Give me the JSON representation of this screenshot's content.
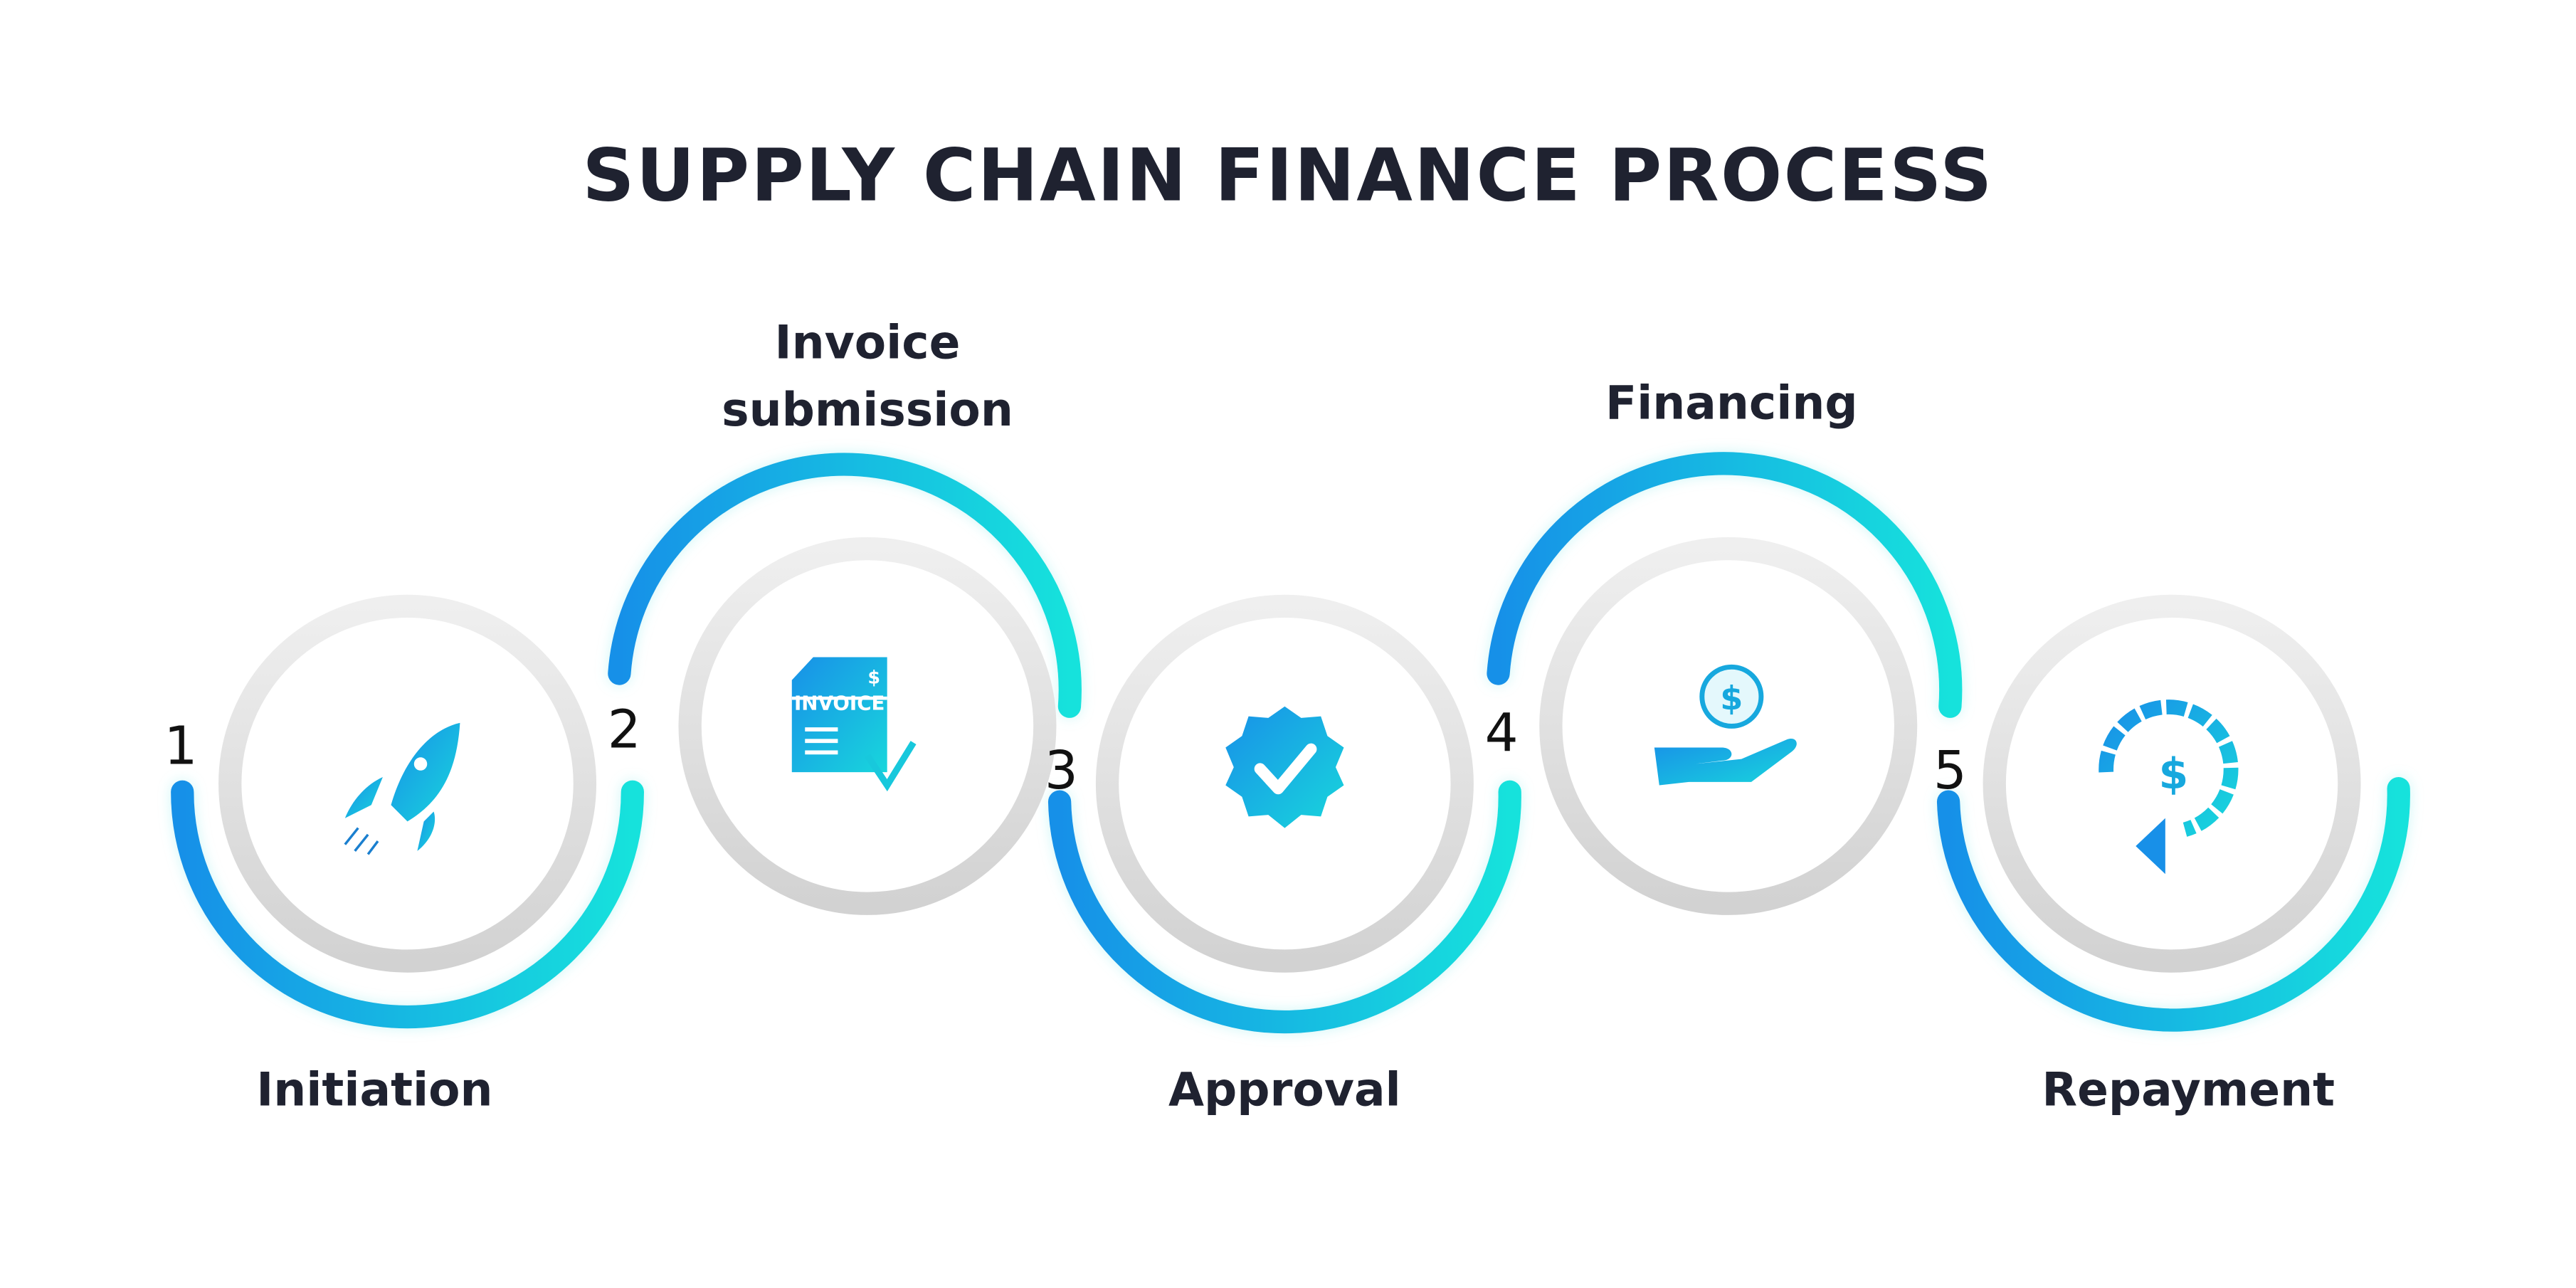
{
  "title": "SUPPLY CHAIN FINANCE PROCESS",
  "colors": {
    "arc_start": "#1890e8",
    "arc_end": "#14e2dc",
    "ring": "#dcdcdc",
    "text": "#1f2230"
  },
  "steps": [
    {
      "number": "1",
      "label": "Initiation",
      "icon": "rocket-icon"
    },
    {
      "number": "2",
      "label_line1": "Invoice",
      "label_line2": "submission",
      "icon": "invoice-icon"
    },
    {
      "number": "3",
      "label": "Approval",
      "icon": "verified-badge-icon"
    },
    {
      "number": "4",
      "label": "Financing",
      "icon": "hand-coin-icon"
    },
    {
      "number": "5",
      "label": "Repayment",
      "icon": "repayment-cycle-icon"
    }
  ],
  "icon_text": {
    "invoice": "INVOICE",
    "dollar": "$"
  }
}
